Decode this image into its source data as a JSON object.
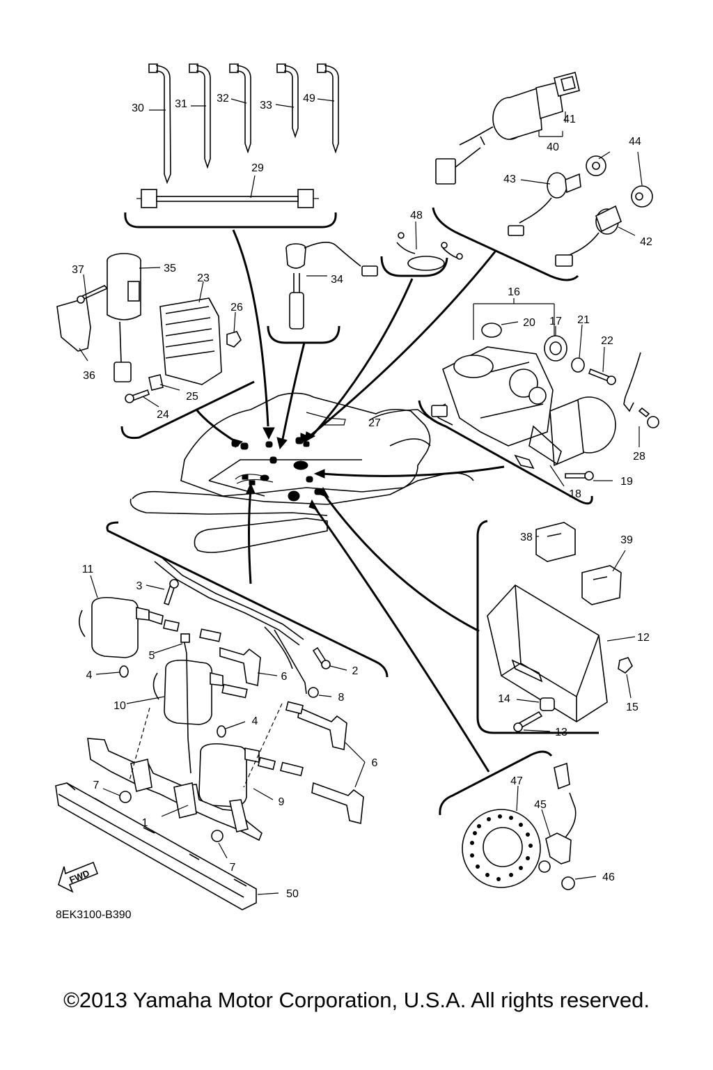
{
  "diagram": {
    "part_labels": {
      "p1": "1",
      "p2": "2",
      "p3": "3",
      "p4a": "4",
      "p4b": "4",
      "p5": "5",
      "p6a": "6",
      "p6b": "6",
      "p7a": "7",
      "p7b": "7",
      "p8": "8",
      "p9": "9",
      "p10": "10",
      "p11": "11",
      "p12": "12",
      "p13": "13",
      "p14": "14",
      "p15": "15",
      "p16": "16",
      "p17": "17",
      "p18": "18",
      "p19": "19",
      "p20": "20",
      "p21": "21",
      "p22": "22",
      "p23": "23",
      "p24": "24",
      "p25": "25",
      "p26": "26",
      "p27": "27",
      "p28": "28",
      "p29": "29",
      "p30": "30",
      "p31": "31",
      "p32": "32",
      "p33": "33",
      "p34": "34",
      "p35": "35",
      "p36": "36",
      "p37": "37",
      "p38": "38",
      "p39": "39",
      "p40": "40",
      "p41": "41",
      "p42": "42",
      "p43": "43",
      "p44": "44",
      "p45": "45",
      "p46": "46",
      "p47": "47",
      "p48": "48",
      "p49": "49",
      "p50": "50"
    },
    "fwd_label": "FWD",
    "diagram_code": "8EK3100-B390"
  },
  "footer": {
    "copyright": "©2013 Yamaha Motor Corporation, U.S.A. All rights reserved."
  },
  "colors": {
    "ink": "#000000",
    "paper": "#ffffff"
  }
}
